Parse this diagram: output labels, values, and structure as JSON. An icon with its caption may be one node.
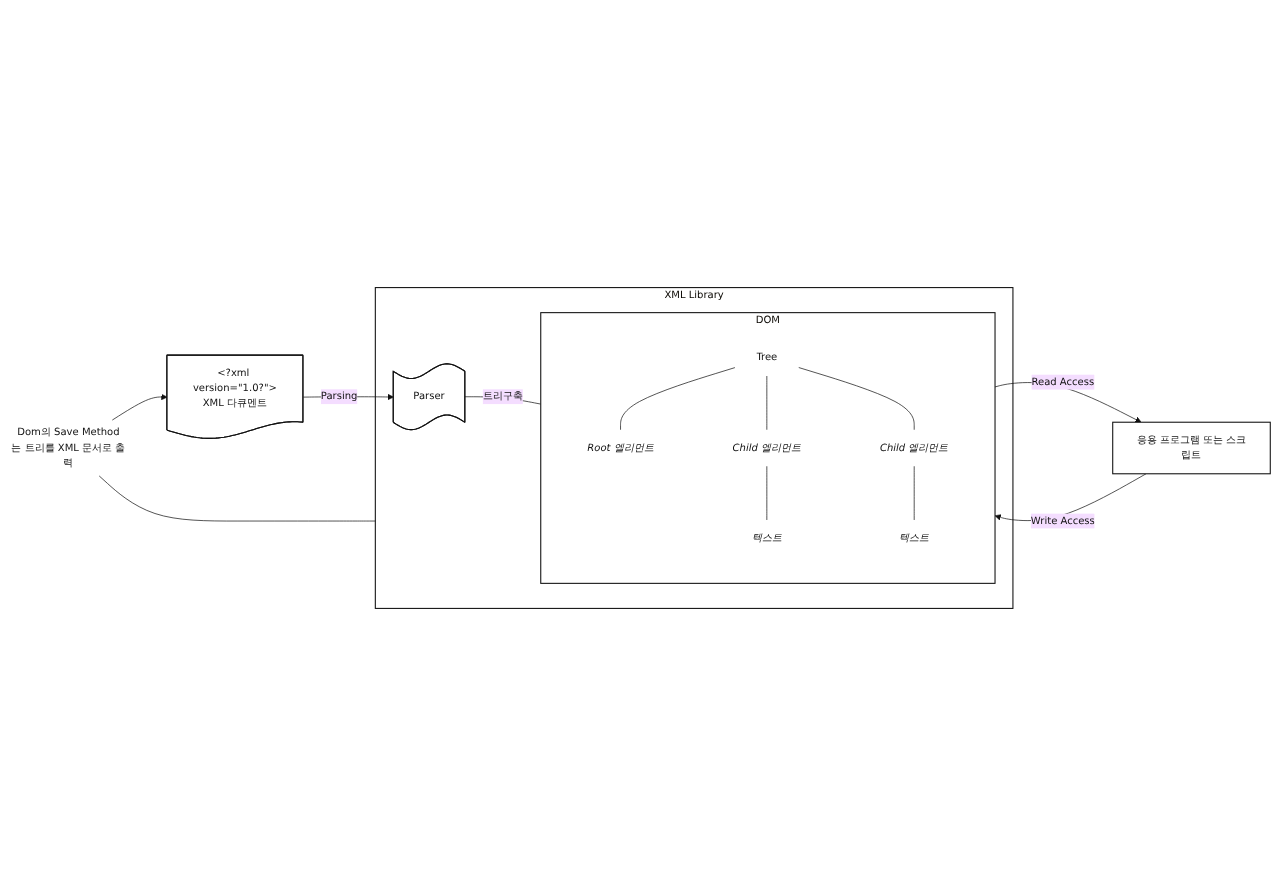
{
  "diagram": {
    "nodes": [
      {
        "text": [
          "<?xml version=\"1.0?\">",
          "XML 다큐멘트"
        ]
      },
      {
        "text": [
          "XML Library"
        ]
      },
      {
        "text": [
          "Parser"
        ],
        "in": 1
      },
      {
        "text": [
          "DOM"
        ],
        "in": 1
      },
      {
        "text": [
          "Tree"
        ],
        "in": 3
      },
      {
        "text": [
          "Root 엘리먼트"
        ],
        "in": 3
      },
      {
        "text": [
          "Child 엘리먼트"
        ],
        "in": 3
      },
      {
        "text": [
          "텍스트"
        ],
        "in": 3
      },
      {
        "text": [
          "Child 엘리먼트"
        ],
        "in": 3
      },
      {
        "text": [
          "텍스트"
        ],
        "in": 3
      },
      {
        "text": [
          "응용 프로그램 또는 스크립트"
        ]
      },
      {
        "text": [
          "Dom의 Save Method는 트리를 XML 문서로 출력"
        ]
      }
    ],
    "edges": [
      {
        "from": 0,
        "to": 2,
        "arrow": "to",
        "label": "Parsing"
      },
      {
        "from": 2,
        "to": 3,
        "arrow": "none",
        "label": "트리구축"
      },
      {
        "from": 4,
        "to": 5,
        "arrow": "none"
      },
      {
        "from": 4,
        "to": 6,
        "arrow": "none"
      },
      {
        "from": 6,
        "to": 7,
        "arrow": "none"
      },
      {
        "from": 4,
        "to": 8,
        "arrow": "none"
      },
      {
        "from": 8,
        "to": 9,
        "arrow": "none"
      },
      {
        "from": 10,
        "to": 3,
        "arrow": "to",
        "label": "Write Access"
      },
      {
        "from": 3,
        "to": 10,
        "arrow": "to",
        "label": "Read Access"
      },
      {
        "from": 11,
        "to": 0,
        "arrow": "to"
      },
      {
        "from": 11,
        "to": 1,
        "arrow": "none"
      }
    ]
  }
}
